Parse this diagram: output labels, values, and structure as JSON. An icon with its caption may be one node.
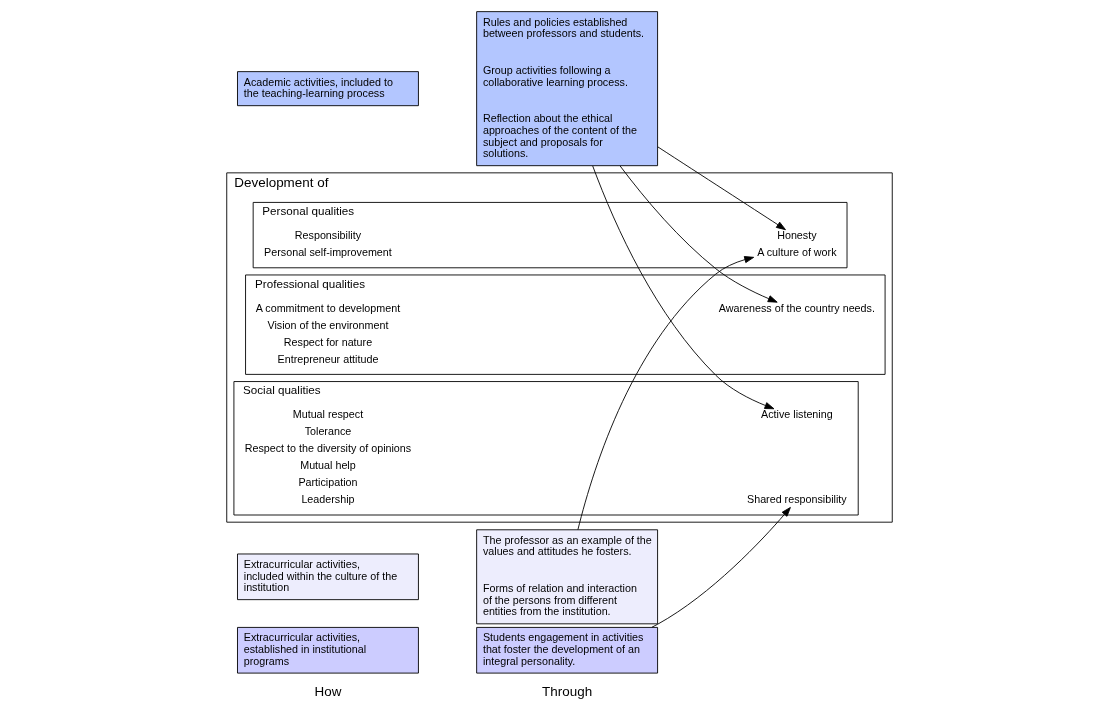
{
  "diagram": {
    "nodes": [
      {
        "text": [
          "Academic activities, included to the teaching-learning process"
        ]
      },
      {
        "text": [
          "Rules and policies established between professors and students.",
          "Group activities following a collaborative learning process.",
          "Reflection about the ethical approaches of the content of the subject and proposals for solutions."
        ]
      },
      {
        "text": [
          "Extracurricular activities, established in institutional programs"
        ]
      },
      {
        "text": [
          "Students engagement in activities that foster the development of an integral personality."
        ]
      },
      {
        "text": [
          "Extracurricular activities, included within the culture of the institution"
        ]
      },
      {
        "text": [
          "The professor as an example of the values and attitudes he fosters.",
          "Forms of relation and interaction of the persons from different entities from the institution."
        ]
      },
      {
        "text": [
          "Development of"
        ]
      },
      {
        "text": [
          "Personal qualities"
        ],
        "in": 6
      },
      {
        "text": [
          "Honesty"
        ],
        "in": 7
      },
      {
        "text": [
          "Responsibility"
        ],
        "in": 7
      },
      {
        "text": [
          "A culture of work"
        ],
        "in": 7
      },
      {
        "text": [
          "Personal self-improvement"
        ],
        "in": 7
      },
      {
        "text": [
          "Social qualities"
        ],
        "in": 6
      },
      {
        "text": [
          "Mutual respect"
        ],
        "in": 12
      },
      {
        "text": [
          "Tolerance"
        ],
        "in": 12
      },
      {
        "text": [
          "Active listening"
        ],
        "in": 12
      },
      {
        "text": [
          "Respect to the diversity of opinions"
        ],
        "in": 12
      },
      {
        "text": [
          "Shared responsibility"
        ],
        "in": 12
      },
      {
        "text": [
          "Mutual help"
        ],
        "in": 12
      },
      {
        "text": [
          "Participation"
        ],
        "in": 12
      },
      {
        "text": [
          "Leadership"
        ],
        "in": 12
      },
      {
        "text": [
          "Professional qualities"
        ],
        "in": 6
      },
      {
        "text": [
          "A commitment to development"
        ],
        "in": 21
      },
      {
        "text": [
          "Vision of the environment"
        ],
        "in": 21
      },
      {
        "text": [
          "Respect for nature"
        ],
        "in": 21
      },
      {
        "text": [
          "Entrepreneur attitude"
        ],
        "in": 21
      },
      {
        "text": [
          "Awareness of the country needs."
        ],
        "in": 21
      }
    ],
    "edges": [
      {
        "from": 1,
        "to": 8,
        "arrow": "to"
      },
      {
        "from": 1,
        "to": 15,
        "arrow": "to"
      },
      {
        "from": 1,
        "to": 26,
        "arrow": "to"
      },
      {
        "from": 3,
        "to": 17,
        "arrow": "to"
      },
      {
        "from": 5,
        "to": 10,
        "arrow": "to"
      }
    ],
    "labels": [
      "How",
      "Through"
    ]
  }
}
